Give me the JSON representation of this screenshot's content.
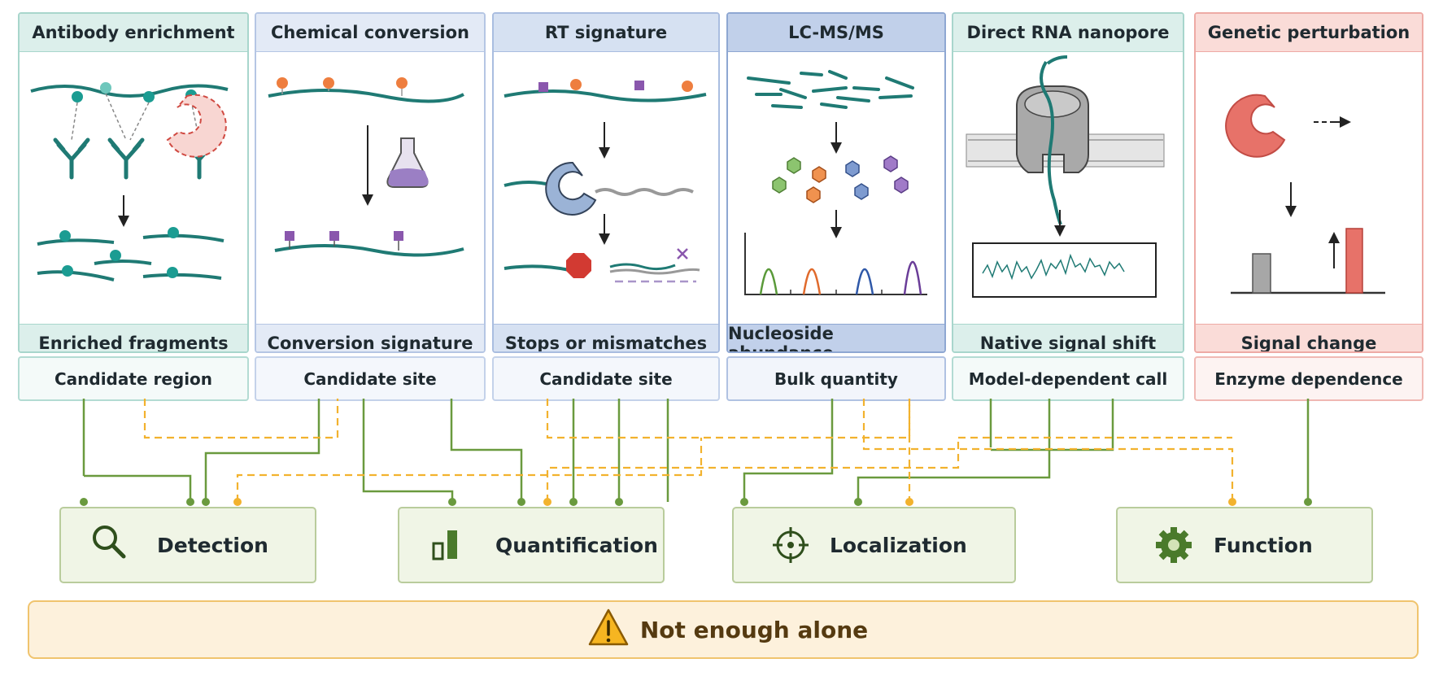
{
  "methods": [
    {
      "title": "Antibody enrichment",
      "signal": "Enriched fragments",
      "output": "Candidate region",
      "theme": "teal"
    },
    {
      "title": "Chemical conversion",
      "signal": "Conversion signature",
      "output": "Candidate site",
      "theme": "blue"
    },
    {
      "title": "RT signature",
      "signal": "Stops or mismatches",
      "output": "Candidate site",
      "theme": "blue"
    },
    {
      "title": "LC-MS/MS",
      "signal": "Nucleoside abundance",
      "output": "Bulk quantity",
      "theme": "navy"
    },
    {
      "title": "Direct RNA nanopore",
      "signal": "Native signal shift",
      "output": "Model-dependent call",
      "theme": "teal"
    },
    {
      "title": "Genetic perturbation",
      "signal": "Signal change",
      "output": "Enzyme dependence",
      "theme": "red"
    }
  ],
  "categories": [
    {
      "label": "Detection",
      "icon": "magnifier-icon"
    },
    {
      "label": "Quantification",
      "icon": "bar-chart-icon"
    },
    {
      "label": "Localization",
      "icon": "crosshair-icon"
    },
    {
      "label": "Function",
      "icon": "gear-icon"
    }
  ],
  "warning": {
    "label": "Not enough alone",
    "icon": "warning-triangle-icon"
  },
  "colors": {
    "solid_link": "#6a9a3e",
    "dashed_link": "#f2b22e",
    "teal_strand": "#1f7a74",
    "warning_fill": "#f6b521"
  }
}
